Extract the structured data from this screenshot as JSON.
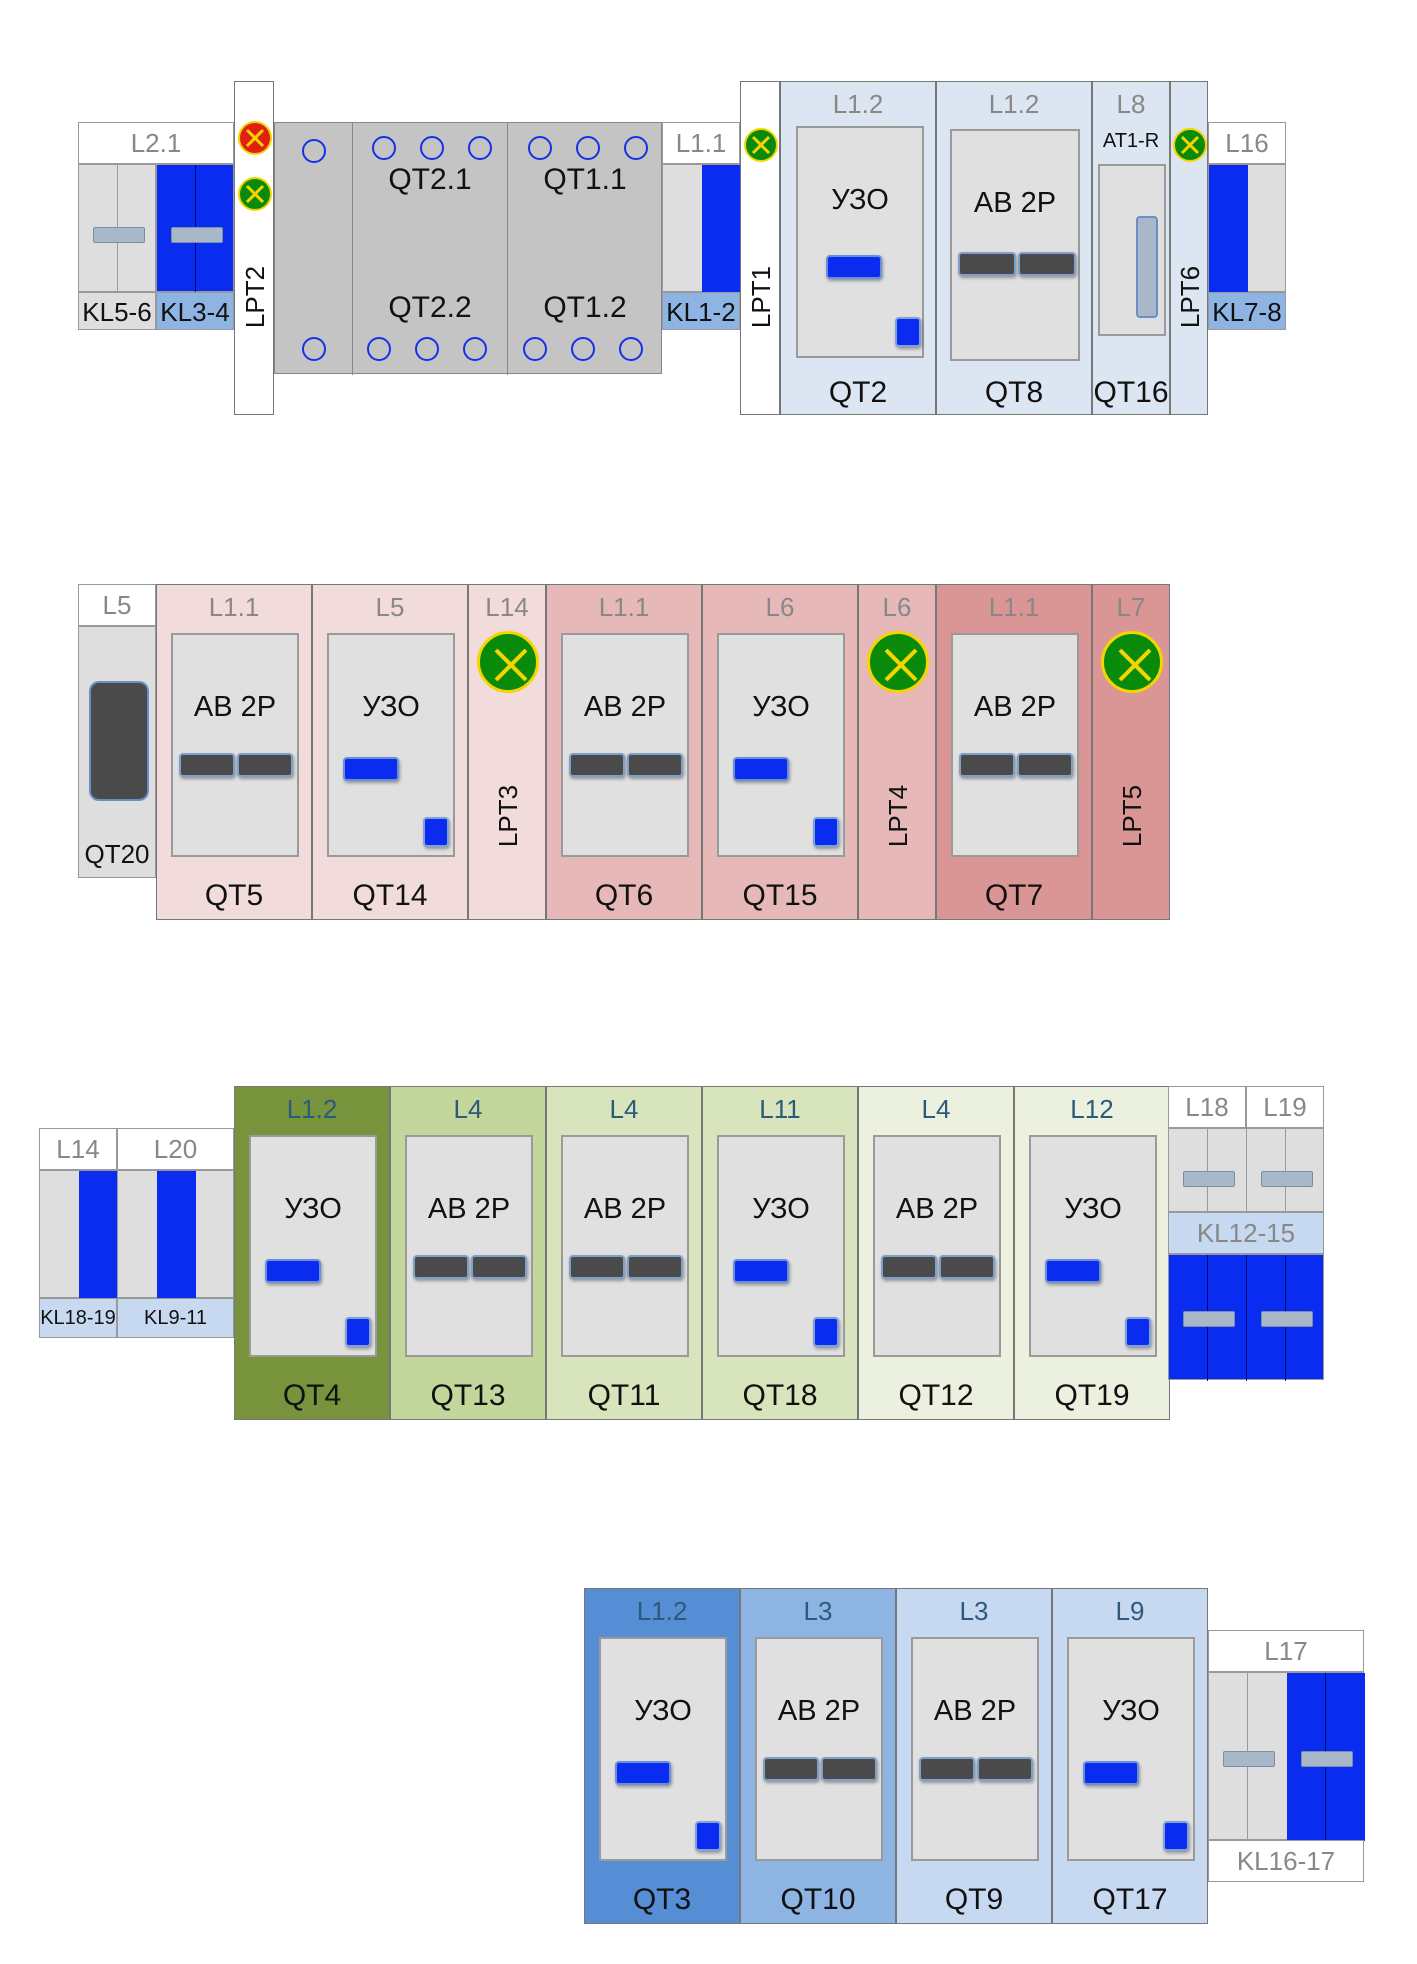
{
  "colors": {
    "card_bg": "#e0e0e0",
    "blue": "#0a2cf0",
    "panel_blue": "#dce6f2",
    "lamp_green": "#0a8a0a",
    "lamp_red": "#e02010",
    "row2": [
      "#f2dcdb",
      "#f2dcdb",
      "#f2dcdb",
      "#e6b9b8",
      "#e6b9b8",
      "#e6b9b8",
      "#d99694",
      "#d99694"
    ],
    "row3": [
      "#77933c",
      "#c3d69b",
      "#d7e4bc",
      "#d7e4bc",
      "#ebf1de",
      "#ebf1de"
    ],
    "row4": [
      "#558ed5",
      "#8eb4e3",
      "#c6d9f1",
      "#c6d9f1"
    ]
  },
  "row1": {
    "kl_left": {
      "top": "L2.1",
      "labels": [
        "KL5-6",
        "KL3-4"
      ]
    },
    "lpt2": {
      "label": "LPT2"
    },
    "qt_block": {
      "top_labels": [
        "QT2.1",
        "QT1.1"
      ],
      "bottom_labels": [
        "QT2.2",
        "QT1.2"
      ]
    },
    "kl12": {
      "top": "L1.1",
      "label": "KL1-2"
    },
    "lpt1": {
      "label": "LPT1"
    },
    "qt2": {
      "top": "L1.2",
      "title": "УЗО",
      "bottom": "QT2"
    },
    "qt8": {
      "top": "L1.2",
      "title": "АВ 2Р",
      "bottom": "QT8"
    },
    "qt16": {
      "top": "L8",
      "sub": "AT1-R",
      "bottom": "QT16"
    },
    "lpt6": {
      "label": "LPT6"
    },
    "kl78": {
      "top": "L16",
      "label": "KL7-8"
    }
  },
  "row2": {
    "qt20": {
      "top": "L5",
      "bottom": "QT20"
    },
    "modules": [
      {
        "top": "L1.1",
        "title": "АВ 2Р",
        "bottom": "QT5",
        "kind": "ab"
      },
      {
        "top": "L5",
        "title": "УЗО",
        "bottom": "QT14",
        "kind": "uzo"
      },
      {
        "top": "L14",
        "lamp": "LPT3",
        "kind": "lamp"
      },
      {
        "top": "L1.1",
        "title": "АВ 2Р",
        "bottom": "QT6",
        "kind": "ab"
      },
      {
        "top": "L6",
        "title": "УЗО",
        "bottom": "QT15",
        "kind": "uzo"
      },
      {
        "top": "L6",
        "lamp": "LPT4",
        "kind": "lamp"
      },
      {
        "top": "L1.1",
        "title": "АВ 2Р",
        "bottom": "QT7",
        "kind": "ab"
      },
      {
        "top": "L7",
        "lamp": "LPT5",
        "kind": "lamp"
      }
    ]
  },
  "row3": {
    "kl_left": [
      {
        "top": "L14",
        "label": "KL18-19"
      },
      {
        "top": "L20",
        "label": "KL9-11"
      }
    ],
    "modules": [
      {
        "top": "L1.2",
        "title": "УЗО",
        "bottom": "QT4",
        "kind": "uzo"
      },
      {
        "top": "L4",
        "title": "АВ 2Р",
        "bottom": "QT13",
        "kind": "ab"
      },
      {
        "top": "L4",
        "title": "АВ 2Р",
        "bottom": "QT11",
        "kind": "ab"
      },
      {
        "top": "L11",
        "title": "УЗО",
        "bottom": "QT18",
        "kind": "uzo"
      },
      {
        "top": "L4",
        "title": "АВ 2Р",
        "bottom": "QT12",
        "kind": "ab"
      },
      {
        "top": "L12",
        "title": "УЗО",
        "bottom": "QT19",
        "kind": "uzo"
      }
    ],
    "kl_right": {
      "tops": [
        "L18",
        "L19"
      ],
      "label": "KL12-15"
    }
  },
  "row4": {
    "modules": [
      {
        "top": "L1.2",
        "title": "УЗО",
        "bottom": "QT3",
        "kind": "uzo"
      },
      {
        "top": "L3",
        "title": "АВ 2Р",
        "bottom": "QT10",
        "kind": "ab"
      },
      {
        "top": "L3",
        "title": "АВ 2Р",
        "bottom": "QT9",
        "kind": "ab"
      },
      {
        "top": "L9",
        "title": "УЗО",
        "bottom": "QT17",
        "kind": "uzo"
      }
    ],
    "kl_right": {
      "top": "L17",
      "label": "KL16-17"
    }
  }
}
